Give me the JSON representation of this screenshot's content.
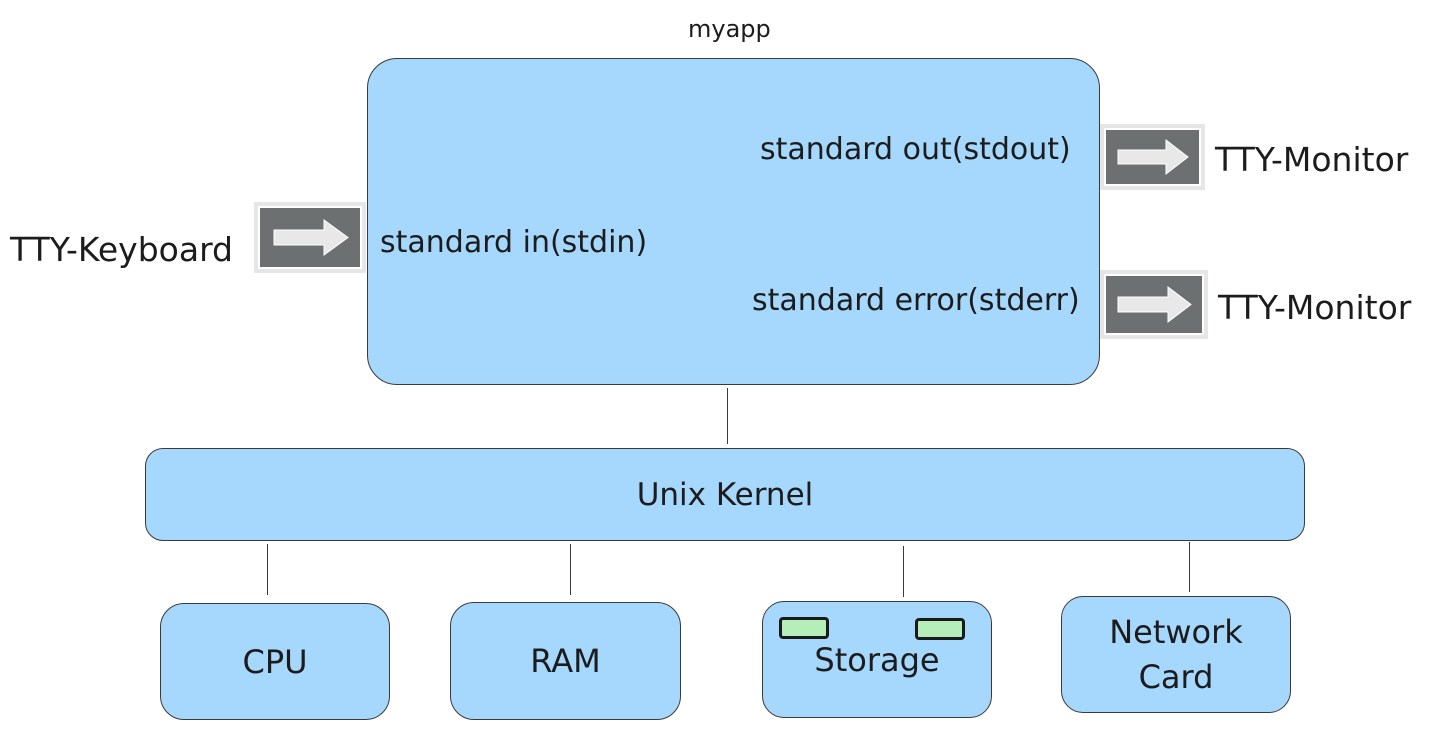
{
  "app": {
    "title": "myapp"
  },
  "app_box": {
    "stdin": "standard in(stdin)",
    "stdout": "standard out(stdout)",
    "stderr": "standard error(stderr)"
  },
  "io": {
    "keyboard": "TTY-Keyboard",
    "monitor_out": "TTY-Monitor",
    "monitor_err": "TTY-Monitor"
  },
  "kernel": {
    "label": "Unix Kernel"
  },
  "hardware": {
    "cpu": "CPU",
    "ram": "RAM",
    "storage": "Storage",
    "network_line1": "Network",
    "network_line2": "Card"
  },
  "colors": {
    "box_fill": "#a6d8fd",
    "chip_fill": "#b5eeb8",
    "arrow_tile": "#6d7071"
  },
  "icons": {
    "arrow": "right-arrow-icon"
  }
}
